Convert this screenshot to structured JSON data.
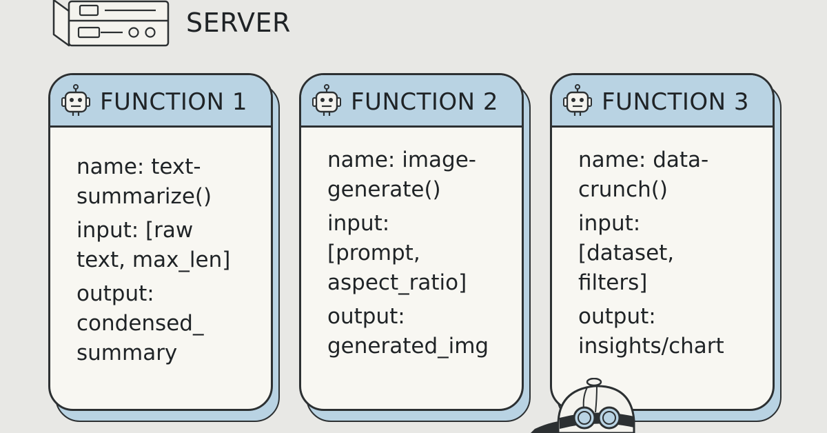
{
  "header": {
    "caption": "SERVER",
    "caption_dots": "• ••"
  },
  "cards": [
    {
      "title": "FUNCTION 1",
      "name_lines": [
        "name: text-",
        "summarize()"
      ],
      "input_lines": [
        "input: [raw",
        "text, max_len]"
      ],
      "output_lines": [
        "output:",
        "condensed_",
        "summary"
      ]
    },
    {
      "title": "FUNCTION 2",
      "name_lines": [
        "name: image-",
        "generate()"
      ],
      "input_lines": [
        "input:",
        "[prompt,",
        "aspect_ratio]"
      ],
      "output_lines": [
        "output:",
        "generated_img"
      ]
    },
    {
      "title": "FUNCTION 3",
      "name_lines": [
        "name: data-",
        "crunch()"
      ],
      "input_lines": [
        "input:",
        "[dataset,",
        "filters]"
      ],
      "output_lines": [
        "output:",
        "insights/chart"
      ]
    }
  ],
  "colors": {
    "background": "#e8e8e5",
    "card_fill": "#f8f7f2",
    "header_fill": "#b9d3e3",
    "ink": "#1f2326"
  },
  "icons": {
    "server": "server-icon",
    "robot": "robot-icon",
    "mascot": "goggles-helmet-mascot"
  }
}
